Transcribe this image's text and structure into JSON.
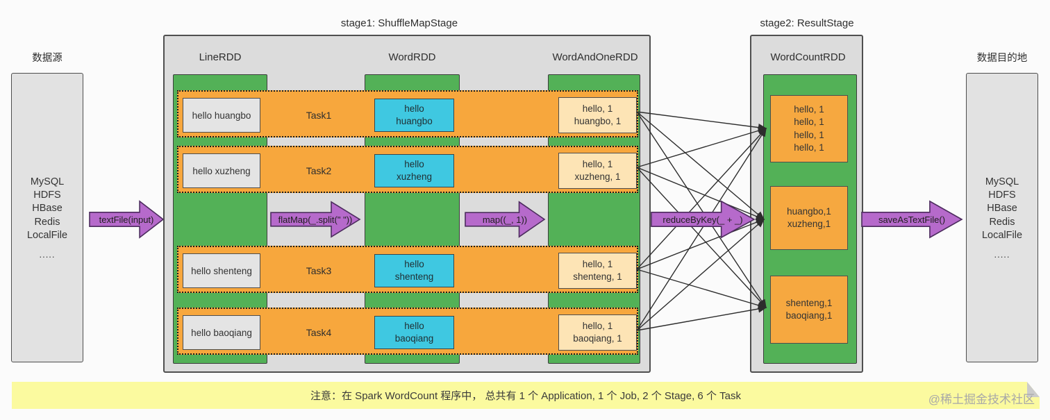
{
  "colors": {
    "rdd_green": "#53b157",
    "task_orange": "#f7a73d",
    "word_cyan": "#3fc8e1",
    "pair_cream": "#fde4b5",
    "result_orange": "#f6a840",
    "operator_purple": "#b66acb",
    "stage_gray": "#dcdcdc",
    "note_yellow": "#fbfa9f"
  },
  "source_box": {
    "label": "数据源",
    "systems": "MySQL\nHDFS\nHBase\nRedis\nLocalFile",
    "ellipsis": "....."
  },
  "dest_box": {
    "label": "数据目的地",
    "systems": "MySQL\nHDFS\nHBase\nRedis\nLocalFile",
    "ellipsis": "....."
  },
  "arrows": {
    "textFile": "textFile(input)",
    "flatMap": "flatMap(_.split(\" \"))",
    "map": "map((_, 1))",
    "reduceByKey": "reduceByKey(_ + _)",
    "saveAsTextFile": "saveAsTextFile()"
  },
  "stage1": {
    "title": "stage1: ShuffleMapStage",
    "columns": [
      "LineRDD",
      "WordRDD",
      "WordAndOneRDD"
    ],
    "rows": [
      {
        "input": "hello huangbo",
        "task": "Task1",
        "word": "hello\nhuangbo",
        "pair": "hello, 1\nhuangbo, 1"
      },
      {
        "input": "hello xuzheng",
        "task": "Task2",
        "word": "hello\nxuzheng",
        "pair": "hello, 1\nxuzheng, 1"
      },
      {
        "input": "hello shenteng",
        "task": "Task3",
        "word": "hello\nshenteng",
        "pair": "hello, 1\nshenteng, 1"
      },
      {
        "input": "hello baoqiang",
        "task": "Task4",
        "word": "hello\nbaoqiang",
        "pair": "hello, 1\nbaoqiang, 1"
      }
    ]
  },
  "stage2": {
    "title": "stage2: ResultStage",
    "column": "WordCountRDD",
    "results": [
      "hello, 1\nhello, 1\nhello, 1\nhello, 1",
      "huangbo,1\nxuzheng,1",
      "shenteng,1\nbaoqiang,1"
    ]
  },
  "note": "注意：在 Spark WordCount 程序中， 总共有 1 个 Application, 1 个 Job, 2 个 Stage, 6 个 Task",
  "watermark": "@稀土掘金技术社区"
}
